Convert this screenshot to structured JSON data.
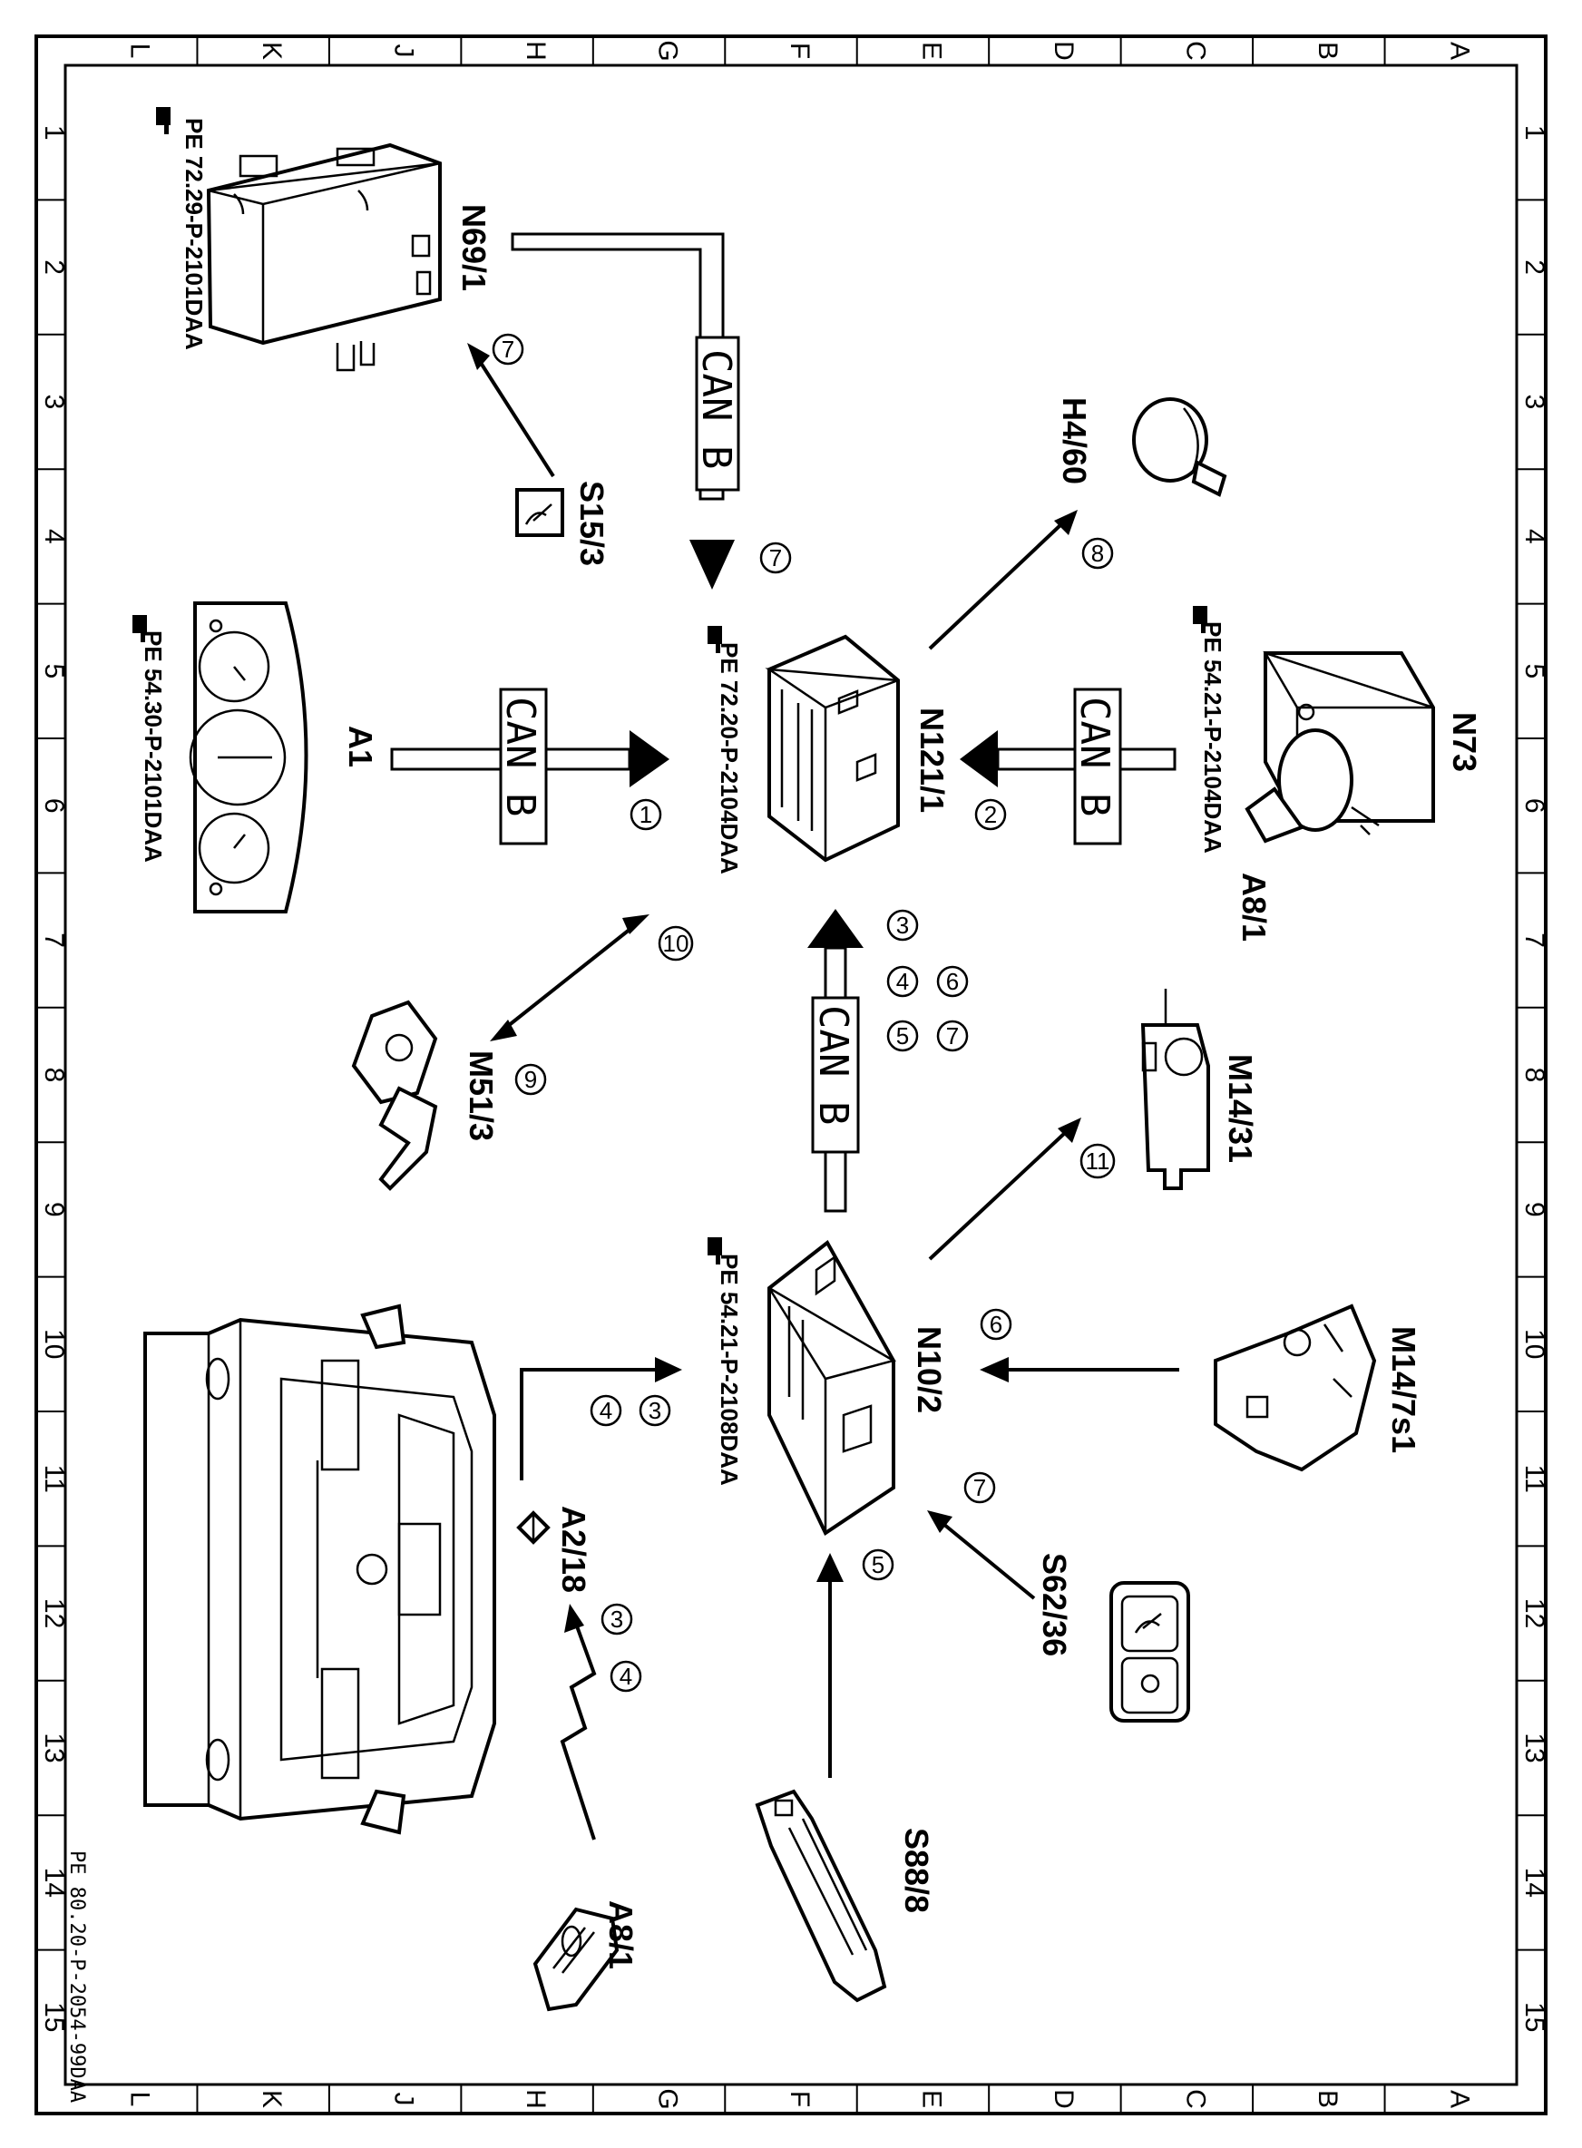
{
  "frame": {
    "row_letters": [
      "L",
      "K",
      "J",
      "H",
      "G",
      "F",
      "E",
      "D",
      "C",
      "B",
      "A"
    ],
    "col_numbers": [
      "1",
      "2",
      "3",
      "4",
      "5",
      "6",
      "7",
      "8",
      "9",
      "10",
      "11",
      "12",
      "13",
      "14",
      "15"
    ]
  },
  "components": {
    "n69_1": "N69/1",
    "s15_3": "S15/3",
    "h4_60": "H4/60",
    "n121_1": "N121/1",
    "n73": "N73",
    "a8_1_top": "A8/1",
    "a1": "A1",
    "m51_3": "M51/3",
    "m14_31": "M14/31",
    "n10_2": "N10/2",
    "m14_7s1": "M14/7s1",
    "a2_18": "A2/18",
    "s62_36": "S62/36",
    "s88_8": "S88/8",
    "a8_1_bottom": "A8/1"
  },
  "references": {
    "n69_1": "PE  72.29-P-2101DAA",
    "n121_1": "PE  72.20-P-2104DAA",
    "n73": "PE  54.21-P-2104DAA",
    "a1": "PE  54.30-P-2101DAA",
    "n10_2": "PE  54.21-P-2108DAA"
  },
  "bus": {
    "can_b": "CAN  B"
  },
  "steps": {
    "s7_a": "7",
    "s7_b": "7",
    "s8": "8",
    "s1": "1",
    "s2": "2",
    "s10": "10",
    "s9": "9",
    "s3_a": "3",
    "s4_a": "4",
    "s5_a": "5",
    "s6_a": "6",
    "s7_c": "7",
    "s11": "11",
    "s6_b": "6",
    "s3_b": "3",
    "s4_b": "4",
    "s3_c": "3",
    "s4_c": "4",
    "s7_d": "7",
    "s5_b": "5"
  },
  "document_id": "PE 80.20-P-2054-99DAA"
}
